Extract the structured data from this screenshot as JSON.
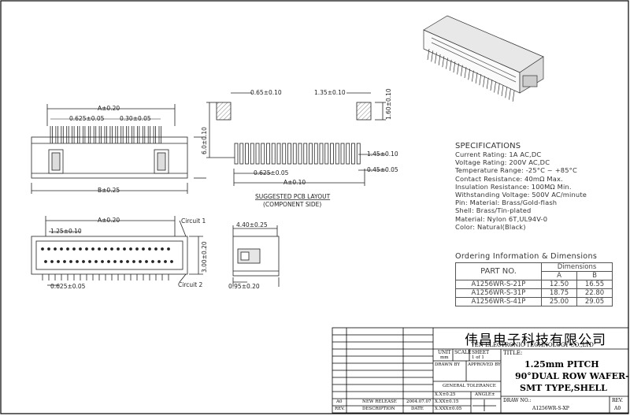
{
  "dimensions": {
    "front_a": "A±0.20",
    "front_p1": "0.625±0.05",
    "front_p2": "0.30±0.05",
    "front_b": "B±0.25",
    "front_h": "6.0±0.10",
    "pad_w": "0.65±0.10",
    "pad_w2": "1.35±0.10",
    "pad_h": "1.60±0.10",
    "pcb_p": "0.625±0.05",
    "pcb_a": "A±0.10",
    "pcb_r1": "1.45±0.10",
    "pcb_r2": "0.45±0.05",
    "bottom_a": "A±0.20",
    "bottom_p": "1.25±0.10",
    "bottom_p2": "0.625±0.05",
    "bottom_h": "3.00±0.20",
    "circuit1": "Circuit 1",
    "circuit2": "Circuit 2",
    "side_w": "4.40±0.25",
    "side_b": "0.95±0.20"
  },
  "layout_caption": {
    "line1": "SUGGESTED PCB LAYOUT",
    "line2": "(COMPONENT SIDE)"
  },
  "specifications": {
    "heading": "SPECIFICATIONS",
    "lines": [
      "Current Rating: 1A AC,DC",
      "Voltage Rating: 200V AC,DC",
      "Temperature Range: -25°C ~ +85°C",
      "Contact Resistance: 40mΩ Max.",
      "Insulation Resistance: 100MΩ Min.",
      "Withstanding Voltage: 500V AC/minute",
      "Pin: Material: Brass/Gold-flash",
      "Shell: Brass/Tin-plated",
      "Material: Nylon 6T,UL94V-0",
      "Color: Natural(Black)"
    ]
  },
  "ordering": {
    "title": "Ordering Information & Dimensions",
    "col_part": "PART NO.",
    "col_dims": "Dimensions",
    "col_a": "A",
    "col_b": "B",
    "rows": [
      {
        "part": "A1256WR-S-21P",
        "a": "12.50",
        "b": "16.55"
      },
      {
        "part": "A1256WR-S-31P",
        "a": "18.75",
        "b": "22.80"
      },
      {
        "part": "A1256WR-S-41P",
        "a": "25.00",
        "b": "29.05"
      }
    ]
  },
  "title_block": {
    "company_cn": "伟昌电子科技有限公司",
    "company_en": "TEN ELECTRONIC TECHNOLOGY CO.,LTD",
    "unit_label": "UNIT",
    "unit_value": "mm",
    "scale_label": "SCALE",
    "sheet_label": "SHEET",
    "sheet_value": "1 of 1",
    "title_label": "TITLE:",
    "title_lines": [
      "1.25mm PITCH",
      "90°DUAL ROW WAFER-",
      "SMT TYPE,SHELL"
    ],
    "drawn_by": "DRAWN BY",
    "approved_by": "APPROVED BY",
    "general_tolerance": "GENERAL TOLERANCE",
    "tol1": "X.X±0.25",
    "tol2": "X.XX±0.15",
    "tol3": "X.XXX±0.05",
    "angle": "ANGLE±",
    "rev_row": {
      "rev": "A0",
      "desc": "NEW RELEASE",
      "date": "2004.07.07"
    },
    "rev_label": "REV.",
    "desc_label": "DESCRIPTION",
    "date_label": "DATE",
    "draw_no_label": "DRAW NO.:",
    "draw_no": "A1256WR-S-XP",
    "rev_head": "REV.",
    "rev_value": "A0"
  }
}
